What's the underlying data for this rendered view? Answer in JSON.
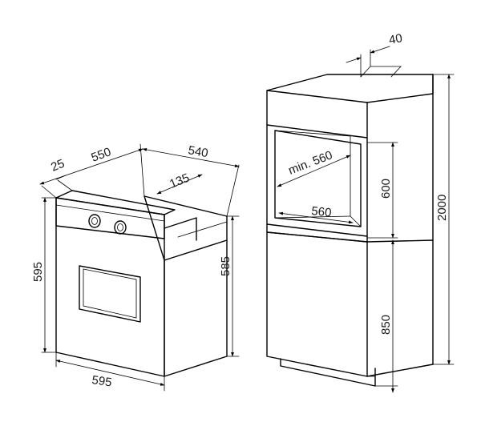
{
  "diagram": {
    "oven": {
      "width_label": "595",
      "height_label": "595",
      "depth_label": "550",
      "panel_depth_label": "25",
      "body_width_label": "540",
      "offset_label": "135",
      "body_height_label": "585",
      "bottom_width_label": "595"
    },
    "cabinet": {
      "top_label": "40",
      "niche_width_label": "min. 560",
      "niche_depth_label": "560",
      "niche_height_label": "600",
      "base_height_label": "850",
      "total_height_label": "2000"
    }
  }
}
